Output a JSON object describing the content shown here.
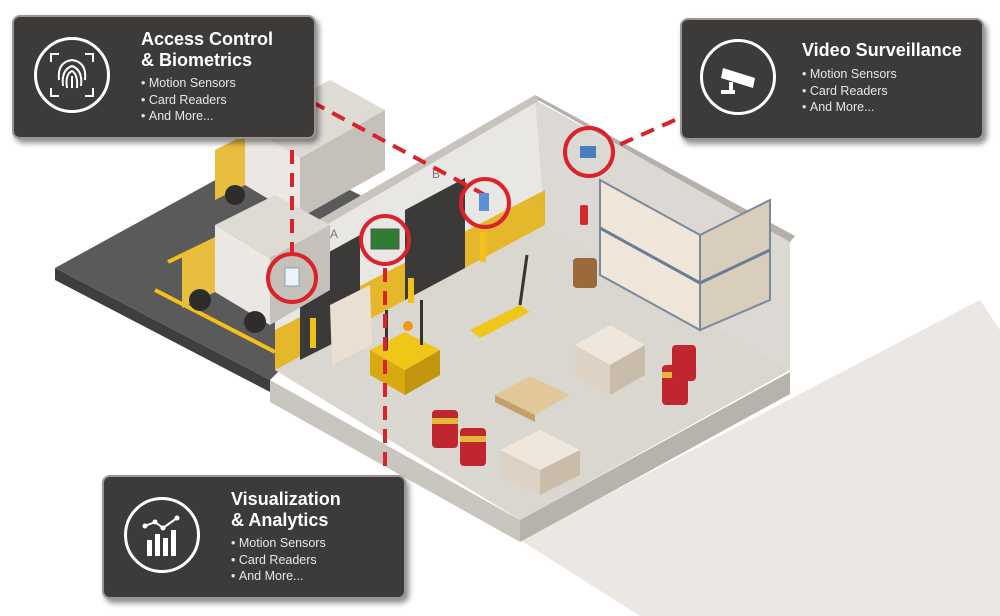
{
  "callouts": {
    "access": {
      "title_line1": "Access Control",
      "title_line2": "& Biometrics",
      "icon": "fingerprint-icon",
      "bullets": [
        "Motion Sensors",
        "Card Readers",
        "And More..."
      ]
    },
    "video": {
      "title_line1": "Video Surveillance",
      "icon": "security-camera-icon",
      "bullets": [
        "Motion Sensors",
        "Card Readers",
        "And More..."
      ]
    },
    "analytics": {
      "title_line1": "Visualization",
      "title_line2": "& Analytics",
      "icon": "bar-chart-icon",
      "bullets": [
        "Motion Sensors",
        "Card Readers",
        "And More..."
      ]
    }
  },
  "scene": {
    "door_labels": [
      "A",
      "B"
    ]
  },
  "colors": {
    "callout_bg": "#3d3b39",
    "highlight_red": "#d9222a",
    "floor": "#d9d6d0",
    "wall": "#e8e6e2",
    "yellow": "#f2c21a"
  }
}
